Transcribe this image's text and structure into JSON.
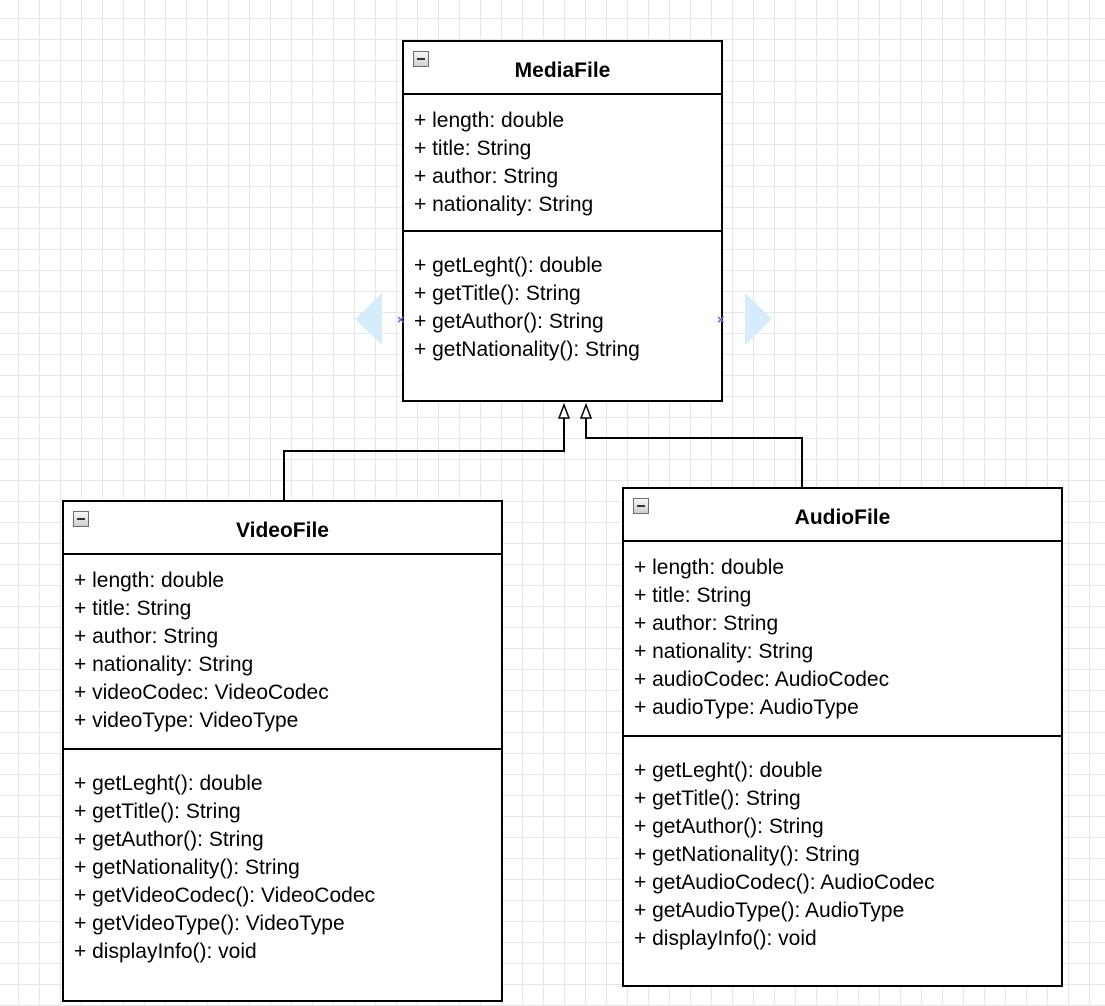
{
  "classes": {
    "media_file": {
      "name": "MediaFile",
      "attributes": [
        "+ length: double",
        "+ title: String",
        "+ author: String",
        "+ nationality: String"
      ],
      "methods": [
        "+ getLeght(): double",
        "+ getTitle(): String",
        "+ getAuthor(): String",
        "+ getNationality(): String"
      ]
    },
    "video_file": {
      "name": "VideoFile",
      "attributes": [
        "+ length: double",
        "+ title: String",
        "+ author: String",
        "+ nationality: String",
        "+ videoCodec: VideoCodec",
        "+ videoType: VideoType"
      ],
      "methods": [
        "+ getLeght(): double",
        "+ getTitle(): String",
        "+ getAuthor(): String",
        "+ getNationality(): String",
        "+ getVideoCodec(): VideoCodec",
        "+ getVideoType(): VideoType",
        "+ displayInfo(): void"
      ]
    },
    "audio_file": {
      "name": "AudioFile",
      "attributes": [
        "+ length: double",
        "+ title: String",
        "+ author: String",
        "+ nationality: String",
        "+ audioCodec: AudioCodec",
        "+ audioType: AudioType"
      ],
      "methods": [
        "+ getLeght(): double",
        "+ getTitle(): String",
        "+ getAuthor(): String",
        "+ getNationality(): String",
        "+ getAudioCodec(): AudioCodec",
        "+ getAudioType(): AudioType",
        "+ displayInfo(): void"
      ]
    }
  },
  "relations": [
    {
      "type": "generalization",
      "from": "VideoFile",
      "to": "MediaFile"
    },
    {
      "type": "generalization",
      "from": "AudioFile",
      "to": "MediaFile"
    }
  ],
  "icons": {
    "collapse": "collapse-minus-icon",
    "hover_left": "hover-arrow-left-icon",
    "hover_right": "hover-arrow-right-icon",
    "connection_point": "connection-point-icon"
  },
  "colors": {
    "grid": "#e6e6e6",
    "hover_arrow": "#d4ecfb",
    "connection_point": "#5b6fd6"
  }
}
